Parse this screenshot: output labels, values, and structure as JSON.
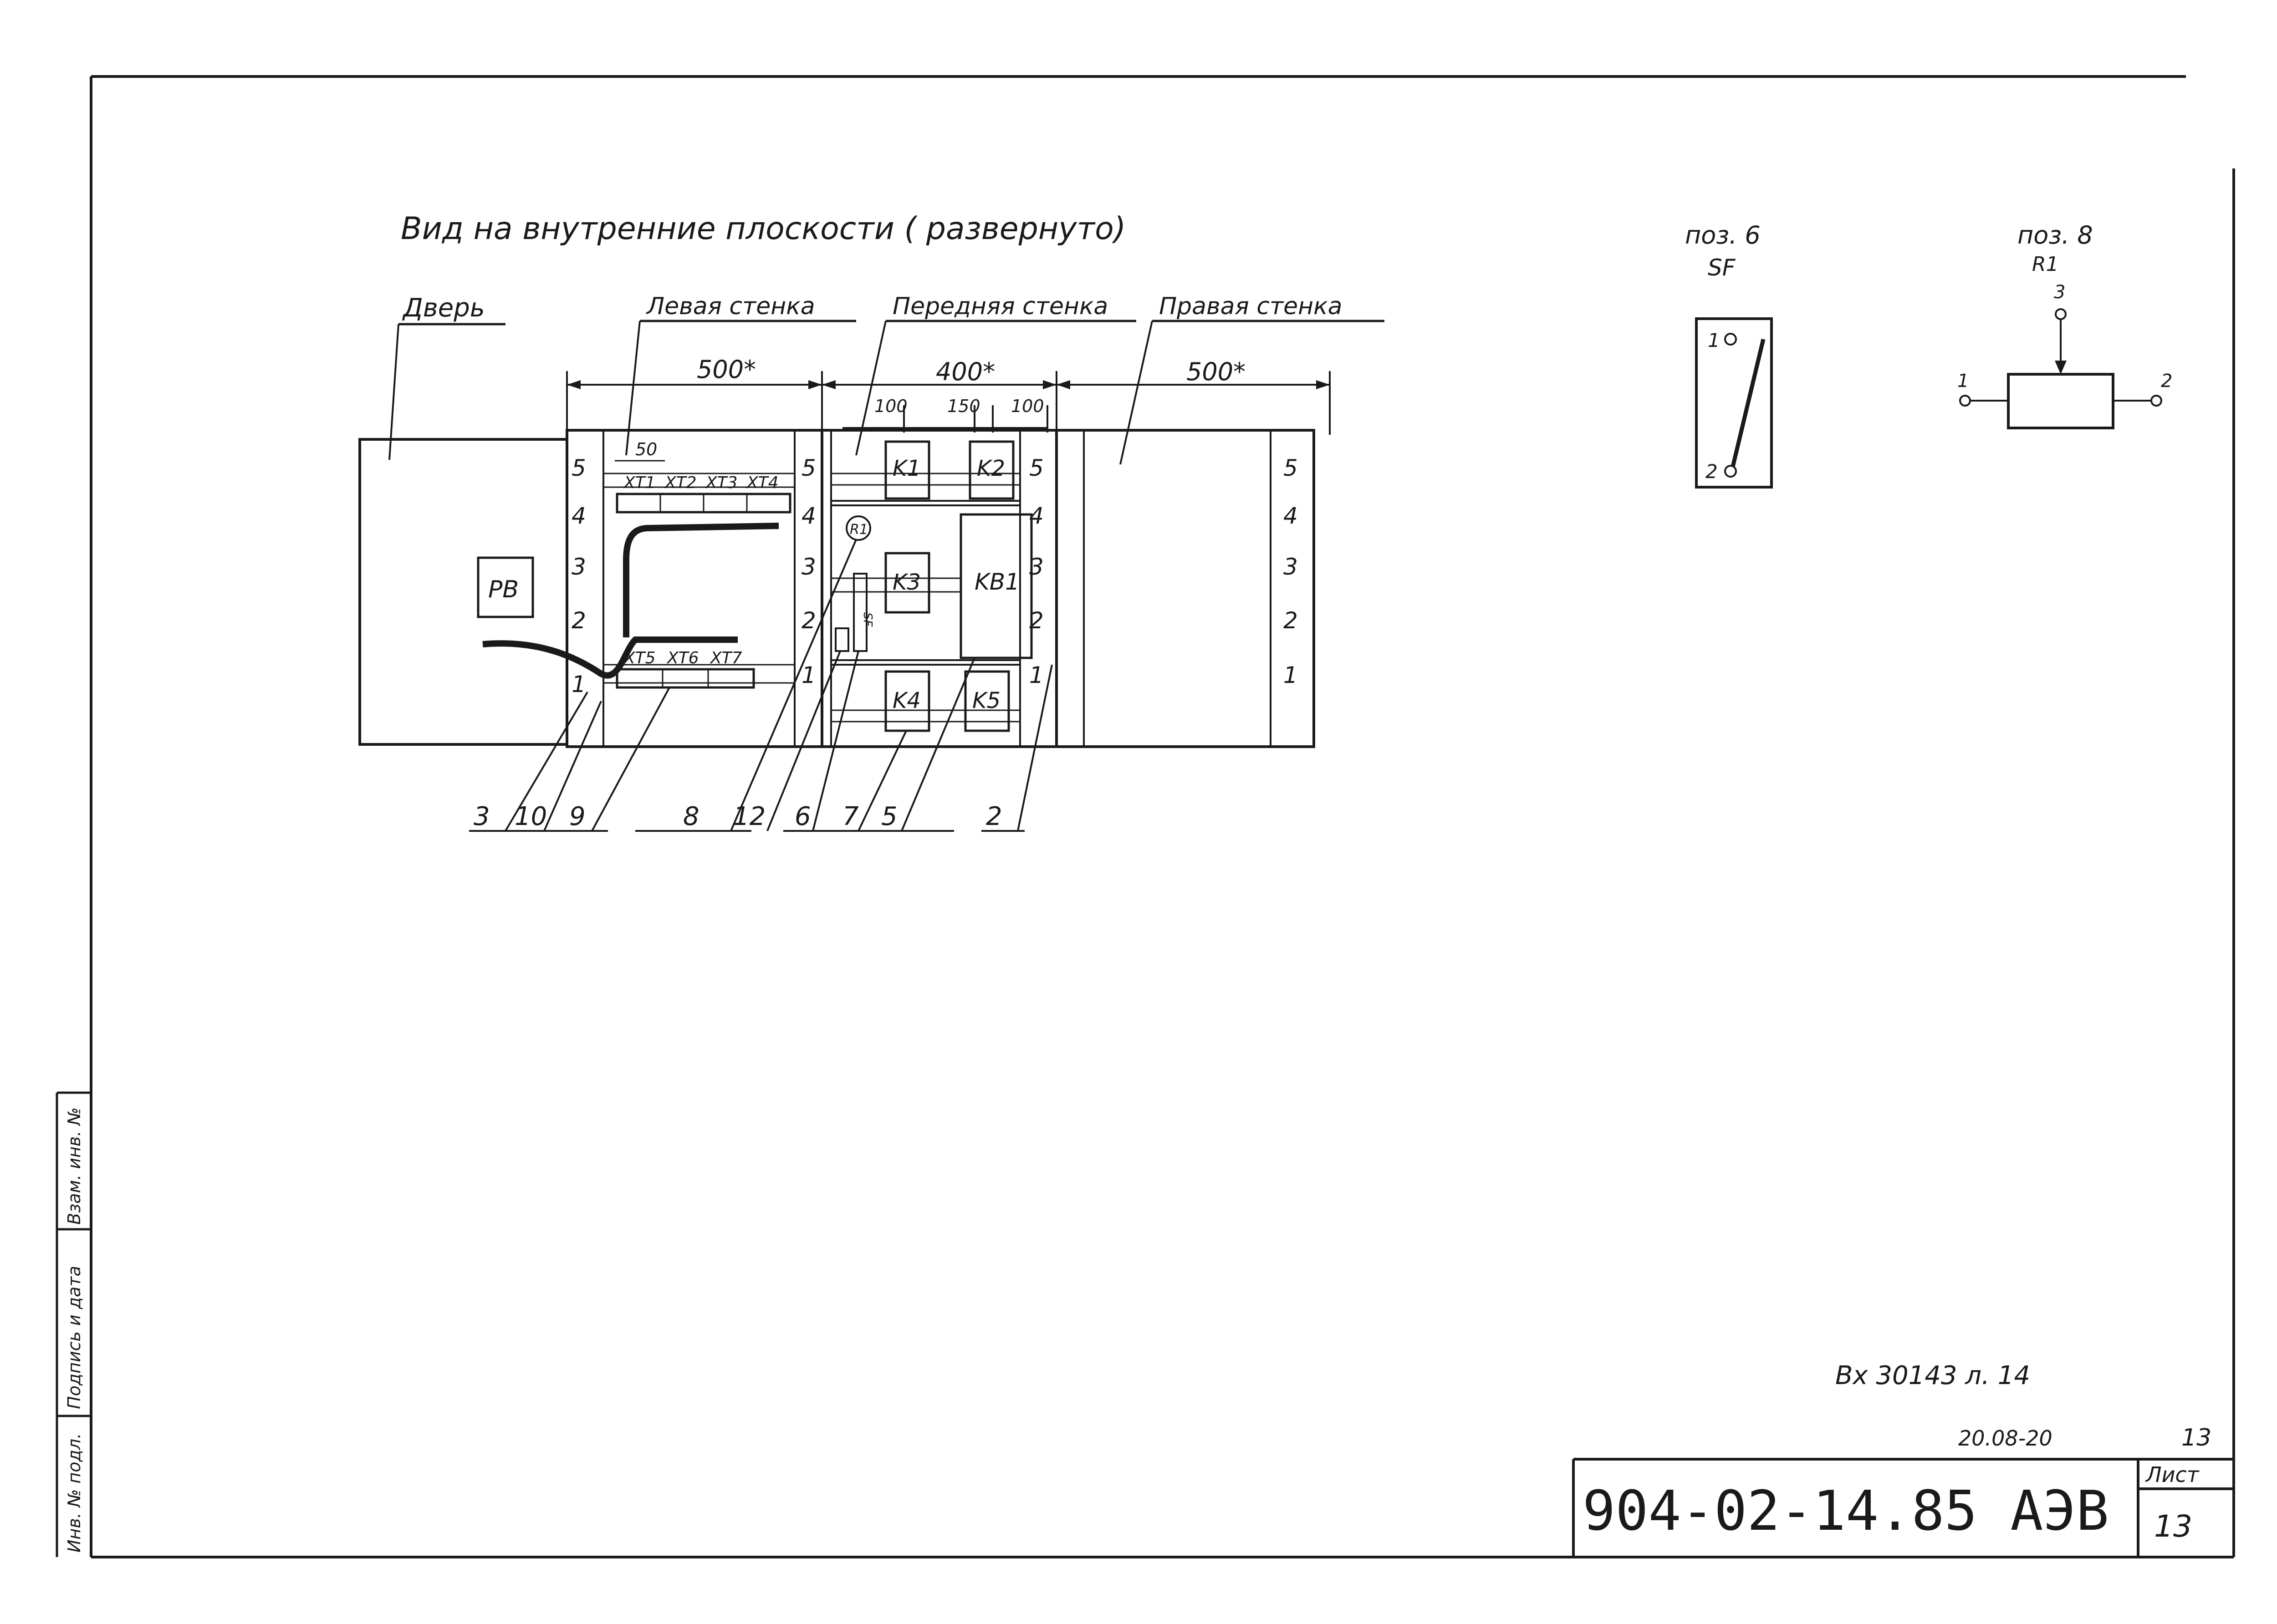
{
  "title": "Вид на внутренние плоскости ( развернуто)",
  "panels": {
    "door": "Дверь",
    "left_wall": "Левая стенка",
    "front_wall": "Передняя стенка",
    "right_wall": "Правая стенка"
  },
  "dimensions": {
    "left_width": "500*",
    "front_width": "400*",
    "right_width": "500*",
    "front_sub": [
      "100",
      "150",
      "100"
    ],
    "terminal_offset": "50"
  },
  "components": {
    "door_relay": "РВ",
    "terminals_top": [
      "XT1",
      "XT2",
      "XT3",
      "XT4"
    ],
    "terminals_bottom": [
      "XT5",
      "XT6",
      "XT7"
    ],
    "contactors": [
      "K1",
      "K2",
      "K3",
      "KB1",
      "K4",
      "K5"
    ],
    "resistor_mark": "R1",
    "breaker_mark": "SF"
  },
  "rail_marks": [
    "5",
    "4",
    "3",
    "2",
    "1"
  ],
  "callouts": [
    "3",
    "10",
    "9",
    "8",
    "12",
    "6",
    "7",
    "5",
    "2"
  ],
  "symbol_sf": {
    "pos": "поз. 6",
    "name": "SF",
    "pin_top": "1",
    "pin_bottom": "2"
  },
  "symbol_r1": {
    "pos": "поз. 8",
    "name": "R1",
    "pin_left": "1",
    "pin_right": "2",
    "pin_top": "3"
  },
  "side_stamp": [
    "Инв. № подл.",
    "Подпись и дата",
    "Взам. инв. №"
  ],
  "handwritten_note": "Вх 30143 л. 14",
  "date_note": "20.08-20",
  "sheet_no_top": "13",
  "stamp": {
    "code": "904-02-14.85 АЭВ",
    "sheet_label": "Лист",
    "sheet_no": "13"
  },
  "colors": {
    "ink": "#1a1a1a",
    "paper": "#ffffff"
  }
}
